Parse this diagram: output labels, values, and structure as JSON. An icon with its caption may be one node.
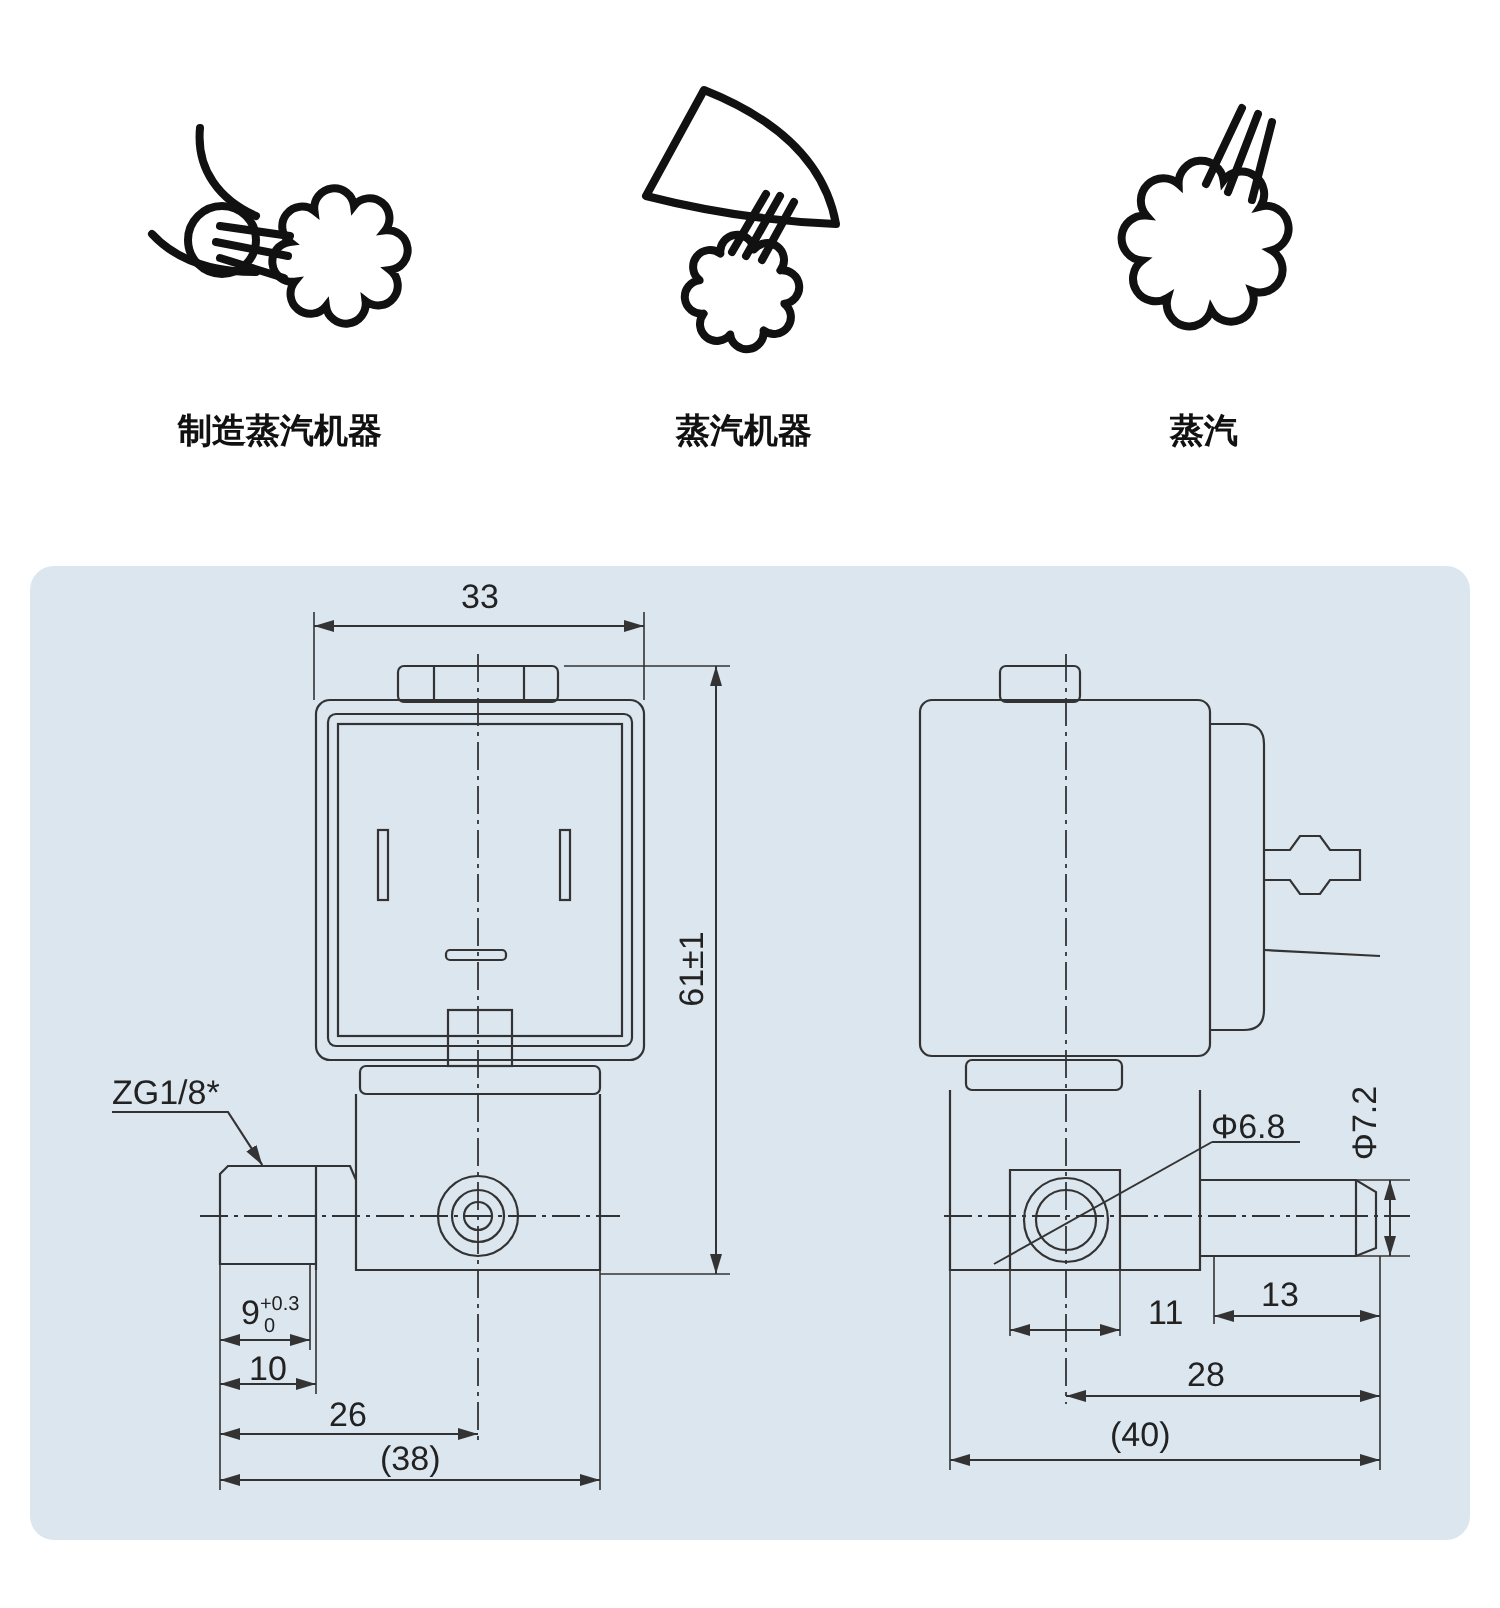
{
  "diagram": {
    "nodes": [
      {
        "text": [
          "ZG1/8*"
        ]
      },
      {
        "text": [],
        "shape": "picture"
      }
    ],
    "edges": [
      {
        "from": 0,
        "to": 1,
        "arrow": "to"
      }
    ],
    "labels": [
      "制造蒸汽机器",
      "蒸汽机器",
      "蒸汽",
      "33",
      "61±1",
      "9$^{+0.3}$$_{0}$",
      "10",
      "26",
      "(38)",
      "Φ6.8",
      "Φ7.2",
      "11",
      "13",
      "28",
      "(40)"
    ]
  }
}
